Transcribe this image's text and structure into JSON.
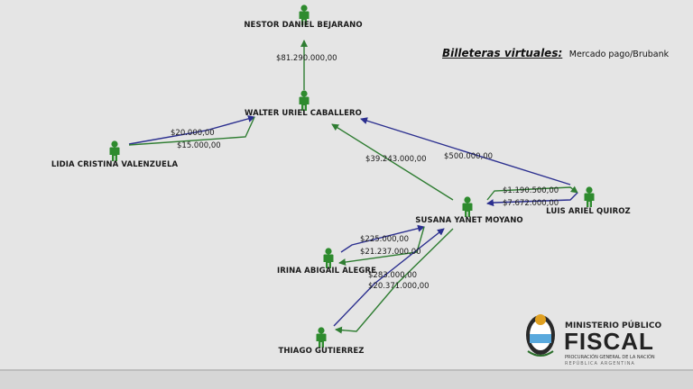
{
  "title": {
    "label": "Billeteras virtuales:",
    "value": "Mercado pago/Brubank"
  },
  "people": {
    "nestor": "NESTOR DANIEL BEJARANO",
    "walter": "WALTER URIEL CABALLERO",
    "lidia": "LIDIA CRISTINA VALENZUELA",
    "susana": "SUSANA YANET MOYANO",
    "luis": "LUIS ARIEL QUIROZ",
    "irina": "IRINA ABIGAIL ALEGRE",
    "thiago": "THIAGO GUTIERREZ"
  },
  "transfers": {
    "walter_to_nestor": "$81.290.000,00",
    "lidia_to_walter": "$20.000,00",
    "walter_to_lidia": "$15.000,00",
    "susana_to_walter": "$39.243.000,00",
    "luis_to_walter": "$500.000,00",
    "susana_to_luis": "$1.190.500,00",
    "luis_to_susana": "$7.672.000,00",
    "irina_to_susana": "$225.000,00",
    "susana_to_irina": "$21.237.000,00",
    "thiago_to_susana": "$283.000,00",
    "susana_to_thiago": "$20.371.000,00"
  },
  "colors": {
    "green_line": "#2f7d32",
    "blue_line": "#2b2f8f",
    "person": "#2e8b2e",
    "background": "#e5e5e5"
  },
  "logo": {
    "line1": "MINISTERIO PÚBLICO",
    "line2": "FISCAL",
    "line3": "PROCURACIÓN GENERAL DE LA NACIÓN",
    "line4": "REPÚBLICA ARGENTINA",
    "icon": "argentina-coat-of-arms-icon"
  }
}
